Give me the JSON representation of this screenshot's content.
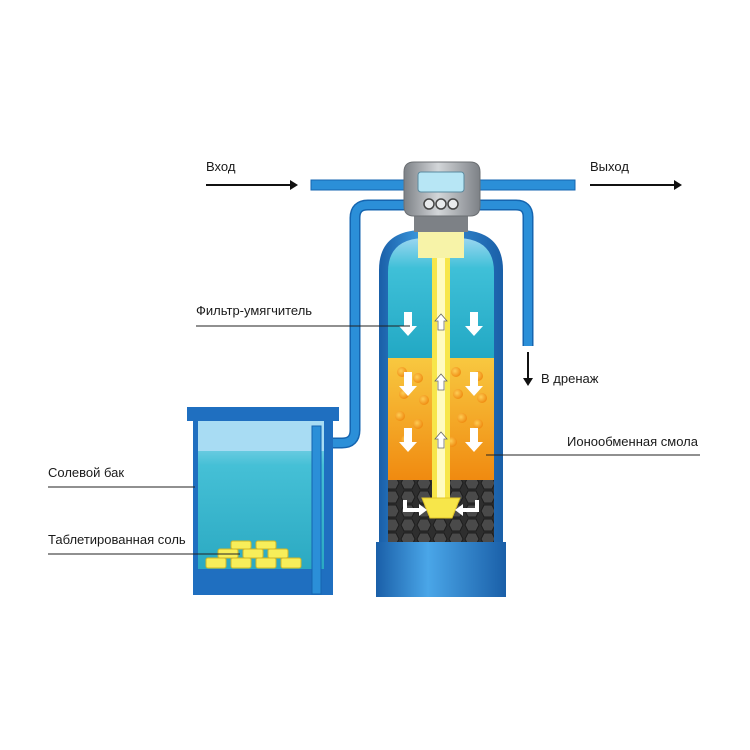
{
  "labels": {
    "inlet": "Вход",
    "outlet": "Выход",
    "drain": "В дренаж",
    "softener_filter": "Фильтр-умягчитель",
    "ion_exchange_resin": "Ионообменная смола",
    "brine_tank": "Солевой бак",
    "tablet_salt": "Таблетированная соль"
  },
  "colors": {
    "pipe": "#2b8fd8",
    "pipe_edge": "#1565b0",
    "water_top": "#a9dcf3",
    "water": "#29b6cf",
    "resin": "#f29a12",
    "resin_top": "#f7c843",
    "gravel": "#3a3a3a",
    "tank_shell": "#1f6fc0",
    "riser": "#f7e64a",
    "valve": "#9ea3a8"
  }
}
